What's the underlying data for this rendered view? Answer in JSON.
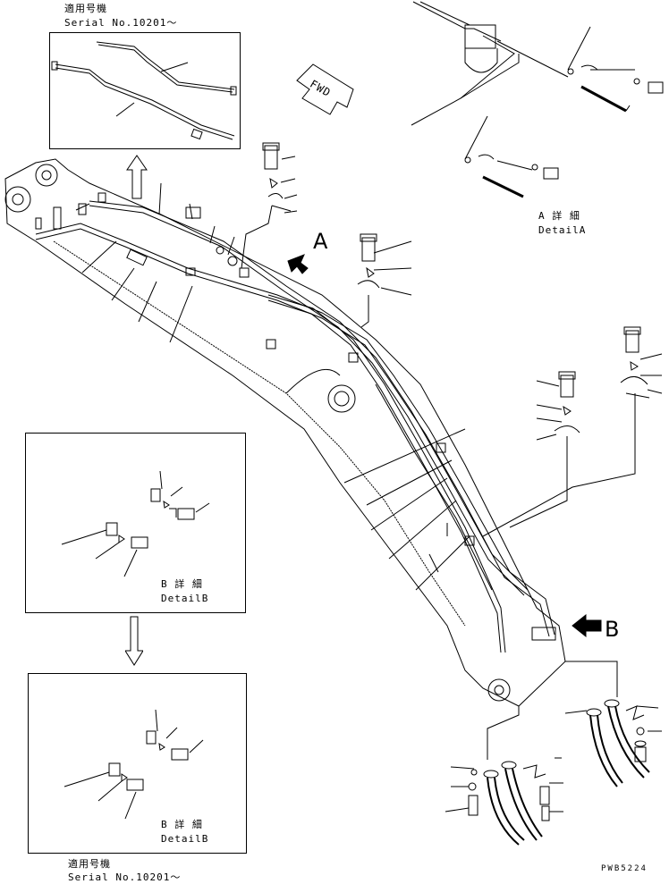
{
  "applicable": {
    "heading": "適用号機",
    "serial": "Serial No.10201～"
  },
  "views": {
    "fwd": "FWD",
    "view_a": "A",
    "view_b": "B"
  },
  "detail_a": {
    "jp": "A 詳 細",
    "en": "DetailA"
  },
  "detail_b": {
    "jp": "B 詳 細",
    "en": "DetailB"
  },
  "drawing_code": "PWB5224",
  "colors": {
    "ink": "#000000",
    "paper": "#ffffff"
  }
}
